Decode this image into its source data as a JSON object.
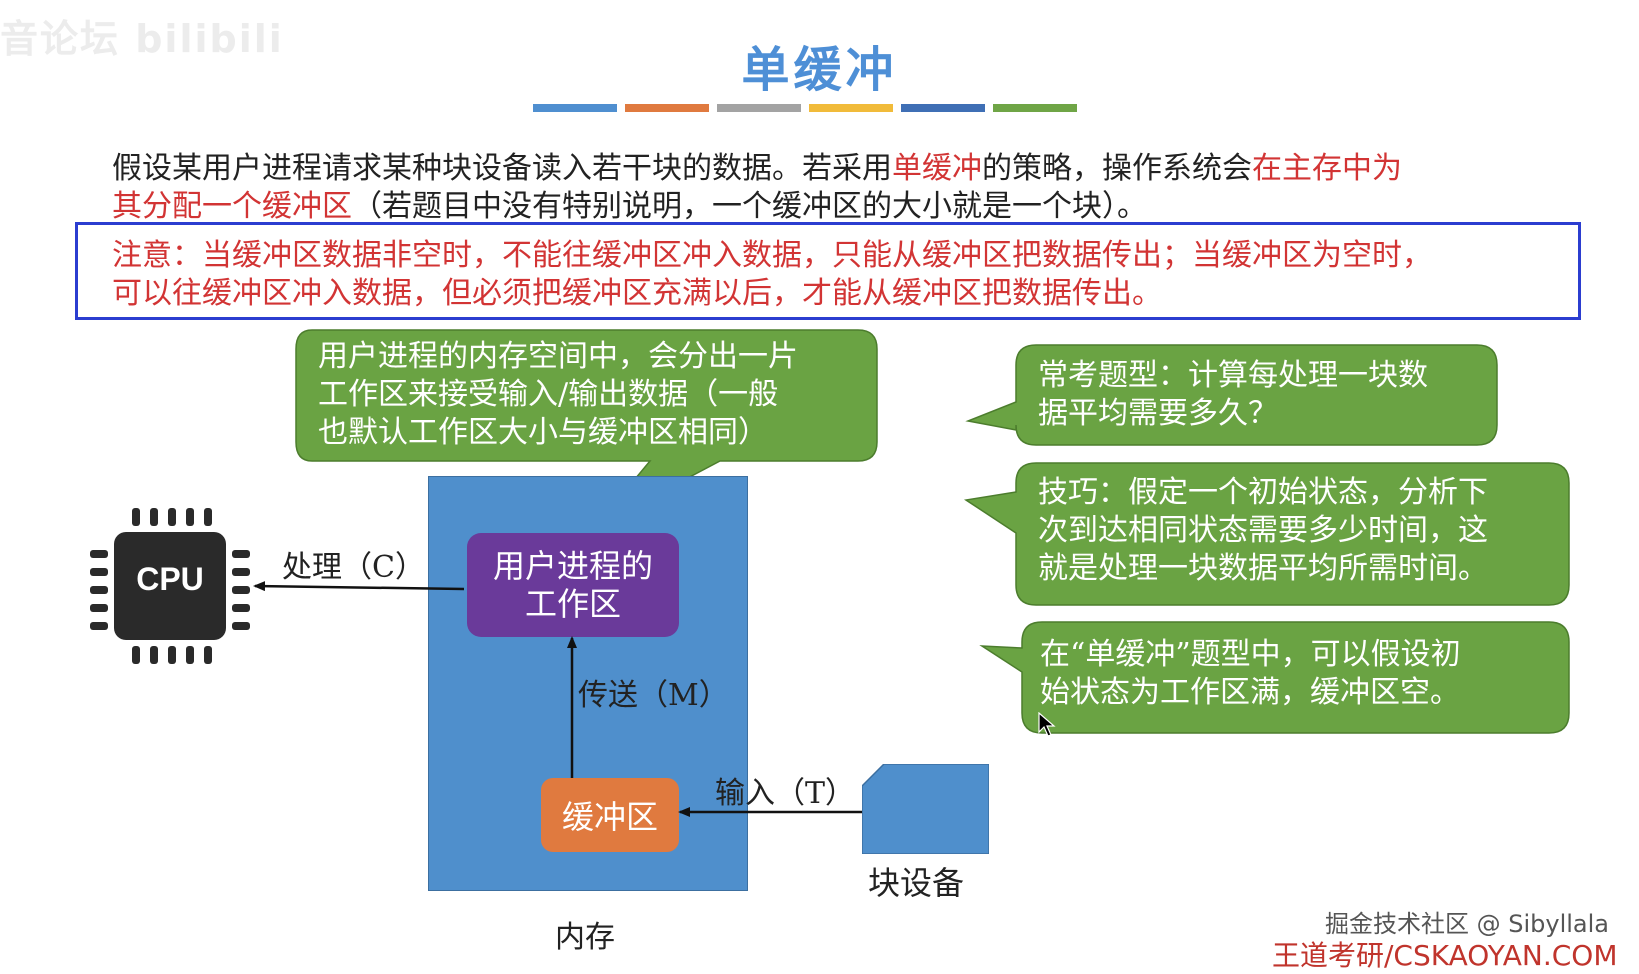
{
  "watermark": "音论坛 bilibili",
  "slide": {
    "title": "单缓冲",
    "title_bar_colors": [
      "#4f8fd0",
      "#e07a3f",
      "#a3a3a3",
      "#f1bb3a",
      "#3f6fb5",
      "#6fa546"
    ],
    "paragraph": {
      "part1": "假设某用户进程请求某种块设备读入若干块的数据。若采用",
      "highlight1": "单缓冲",
      "part2": "的策略，操作系统会",
      "highlight2": "在主存中为",
      "line2_highlight": "其分配一个缓冲区",
      "line2_rest": "（若题目中没有特别说明，一个缓冲区的大小就是一个块）。"
    },
    "note": {
      "line1": "注意：当缓冲区数据非空时，不能往缓冲区冲入数据，只能从缓冲区把数据传出；当缓冲区为空时，",
      "line2": "可以往缓冲区冲入数据，但必须把缓冲区充满以后，才能从缓冲区把数据传出。"
    }
  },
  "diagram": {
    "cpu_label": "CPU",
    "process_label": "处理（C）",
    "work_area": [
      "用户进程的",
      "工作区"
    ],
    "transfer_label": "传送（M）",
    "buffer_label": "缓冲区",
    "input_label": "输入（T）",
    "device_label": "块设备",
    "memory_label": "内存"
  },
  "callouts": {
    "work_area_note": [
      "用户进程的内存空间中，会分出一片",
      "工作区来接受输入/输出数据（一般",
      "也默认工作区大小与缓冲区相同）"
    ],
    "exam_type": [
      "常考题型：计算每处理一块数",
      "据平均需要多久？"
    ],
    "tip": [
      "技巧：假定一个初始状态，分析下",
      "次到达相同状态需要多少时间，这",
      "就是处理一块数据平均所需时间。"
    ],
    "initial_state": [
      "在“单缓冲”题型中，可以假设初",
      "始状态为工作区满，缓冲区空。"
    ]
  },
  "footer": {
    "community": "掘金技术社区 @ Sibyllala",
    "brand": "王道考研/CSKAOYAN.COM"
  },
  "colors": {
    "bubble_green": "#6aa343",
    "memory_blue": "#4f8fcc",
    "work_area_purple": "#6a3a9a",
    "buffer_orange": "#e07a3f",
    "note_border": "#2b3dd0",
    "highlight_red": "#d23434"
  }
}
